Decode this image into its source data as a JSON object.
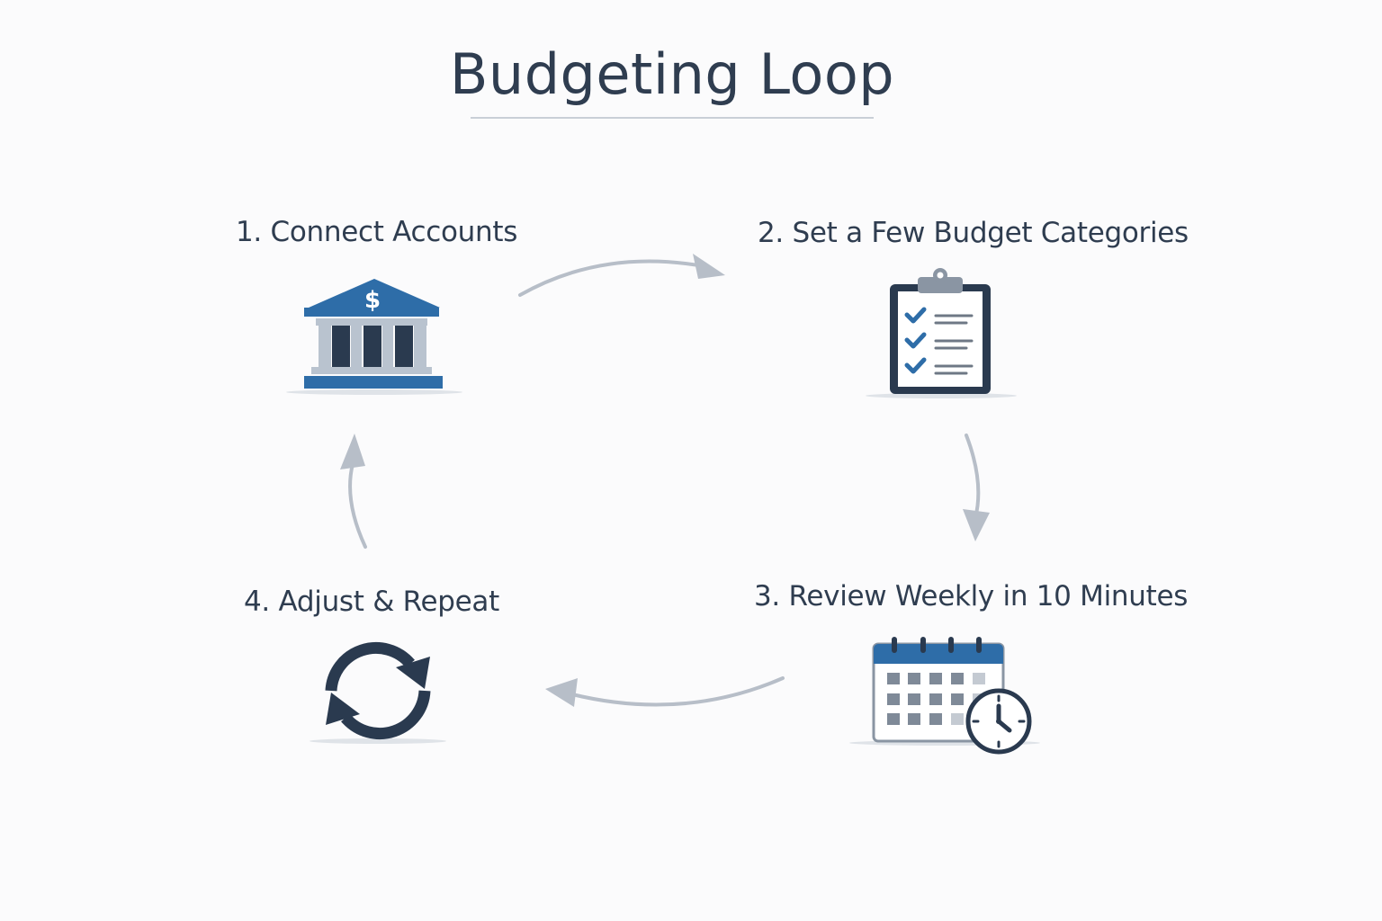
{
  "title": "Budgeting Loop",
  "steps": [
    {
      "label": "1. Connect Accounts",
      "icon": "bank-icon"
    },
    {
      "label": "2. Set a Few Budget Categories",
      "icon": "clipboard-checklist-icon"
    },
    {
      "label": "3. Review Weekly in 10 Minutes",
      "icon": "calendar-clock-icon"
    },
    {
      "label": "4. Adjust & Repeat",
      "icon": "refresh-cycle-icon"
    }
  ],
  "bank_symbol": "$",
  "colors": {
    "accent_blue": "#2e6da8",
    "dark_navy": "#2a3a4f",
    "arrow_gray": "#b7bec8",
    "text": "#2f3d50"
  }
}
